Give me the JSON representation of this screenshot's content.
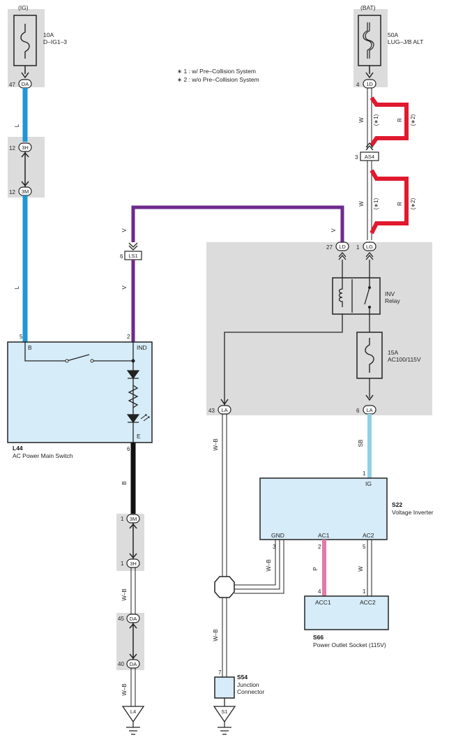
{
  "notes": {
    "note1": "∗ 1 : w/ Pre–Collision System",
    "note2": "∗ 2 : w/o Pre–Collision System"
  },
  "ig_fuse": {
    "source": "(IG)",
    "rating": "10A",
    "name": "D–IG1–3",
    "pin": "47",
    "conn": "DA"
  },
  "bat_fuse": {
    "source": "(BAT)",
    "rating": "50A",
    "name": "LUG–J/B ALT",
    "pin": "4",
    "conn": "1D"
  },
  "left_chain": {
    "wire1": "L",
    "c1_pin": "12",
    "c1": "3H",
    "c2_pin": "12",
    "c2": "3M",
    "wire2": "L"
  },
  "right_chain": {
    "w_label": "W",
    "w_note": "(∗1)",
    "r_label": "R",
    "r_note": "(∗2)",
    "as4_pin": "3",
    "as4": "AS4",
    "w2_label": "W",
    "w2_note": "(∗1)",
    "r2_label": "R",
    "r2_note": "(∗2)"
  },
  "purple": {
    "v_label_top": "V",
    "v_label_left": "V",
    "v_label_right": "V",
    "ls1_pin": "6",
    "ls1": "LS1"
  },
  "relay_box": {
    "ld_pin": "27",
    "ld": "LD",
    "lg_pin": "1",
    "lg": "LG",
    "relay_name": "INV",
    "relay_sub": "Relay",
    "fuse_rating": "15A",
    "fuse_name": "AC100/115V",
    "la_left_pin": "43",
    "la_left": "LA",
    "la_right_pin": "6",
    "la_right": "LA"
  },
  "l44": {
    "pin_b": "5",
    "label_b": "B",
    "pin_ind": "2",
    "label_ind": "IND",
    "label_e": "E",
    "pin_e": "6",
    "code": "L44",
    "name": "AC Power Main Switch"
  },
  "lower_left": {
    "wire_b": "B",
    "c1_pin": "1",
    "c1": "3M",
    "c2_pin": "1",
    "c2": "3H",
    "wire_wb1": "W–B",
    "c3_pin": "45",
    "c3": "DA",
    "c4_pin": "40",
    "c4": "DA",
    "wire_wb2": "W–B",
    "ground": "L4"
  },
  "s22": {
    "code": "S22",
    "name": "Voltage Inverter",
    "pin_ig": "1",
    "label_ig": "IG",
    "wire_ig": "SB",
    "label_gnd": "GND",
    "pin_gnd": "3",
    "wire_gnd": "W–B",
    "label_ac1": "AC1",
    "pin_ac1": "2",
    "wire_ac1": "P",
    "label_ac2": "AC2",
    "pin_ac2": "5",
    "wire_ac2": "W"
  },
  "s66": {
    "code": "S66",
    "name": "Power Outlet Socket (115V)",
    "pin_acc1": "4",
    "label_acc1": "ACC1",
    "pin_acc2": "1",
    "label_acc2": "ACC2"
  },
  "s54": {
    "code": "S54",
    "name1": "Junction",
    "name2": "Connector",
    "pin": "7",
    "wire_top": "W–B",
    "wire_mid": "W–B",
    "ground": "S1"
  },
  "colors": {
    "blue": "#2196d3",
    "purple": "#6e2a8c",
    "red": "#e0192f",
    "skyblue": "#8fd0e8",
    "pink": "#e27aa8",
    "black": "#111111",
    "box_fill": "#d6ecf8",
    "gray": "#dcdcdc"
  }
}
